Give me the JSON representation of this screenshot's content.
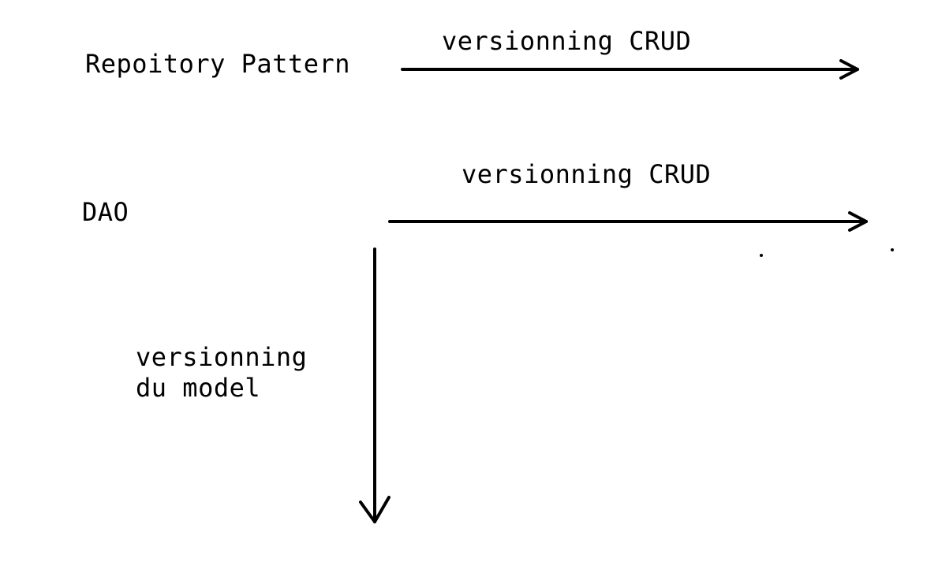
{
  "diagram": {
    "nodes": {
      "repository_pattern": "Repoitory Pattern",
      "dao": "DAO"
    },
    "edges": {
      "repository_crud": "versionning CRUD",
      "dao_crud": "versionning CRUD",
      "dao_model_line1": "versionning",
      "dao_model_line2": "du model"
    },
    "stroke_color": "#000000",
    "background_color": "#ffffff"
  }
}
